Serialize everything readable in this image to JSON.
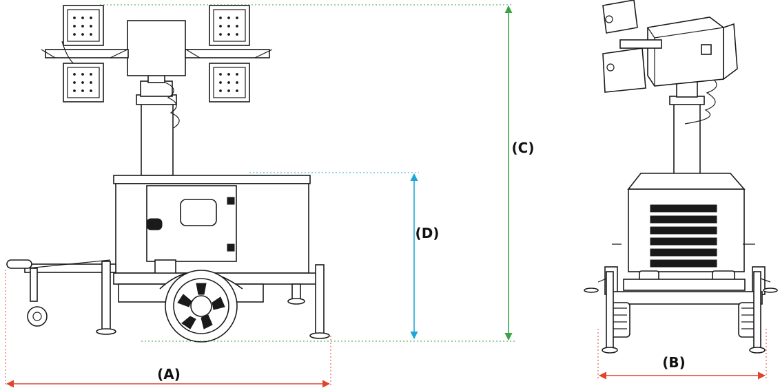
{
  "colors": {
    "line_a": "#e0442c",
    "line_b": "#e0442c",
    "line_c": "#3aa345",
    "line_d": "#1ea7d6",
    "ink": "#1a1a1a"
  },
  "dimensions": [
    {
      "id": "a",
      "label": "(A)"
    },
    {
      "id": "b",
      "label": "(B)"
    },
    {
      "id": "c",
      "label": "(C)"
    },
    {
      "id": "d",
      "label": "(D)"
    }
  ]
}
